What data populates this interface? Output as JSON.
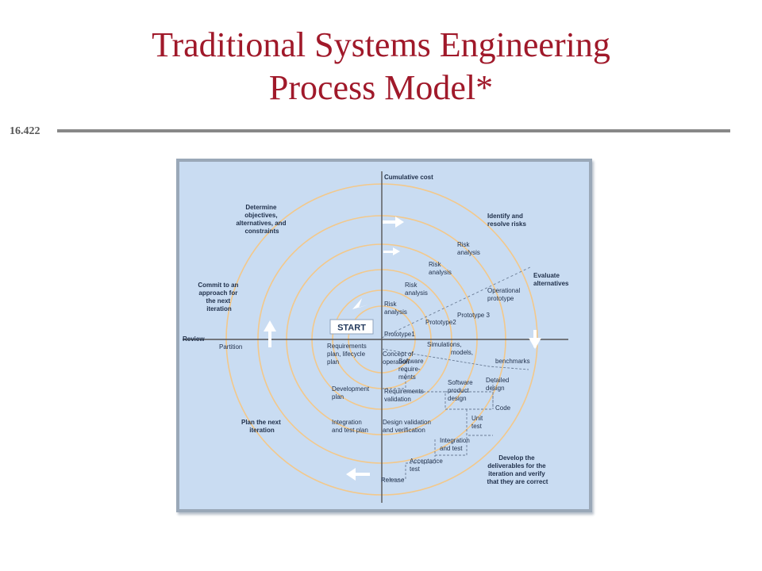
{
  "slide": {
    "title_line1": "Traditional Systems Engineering",
    "title_line2": "Process Model*",
    "course_code": "16.422"
  },
  "colors": {
    "title": "#a0192a",
    "rule": "#888888",
    "diagram_bg": "#c9dcf2",
    "spiral": "#f3c88a",
    "axis": "#555555",
    "arrow": "#ffffff"
  },
  "diagram": {
    "axis_labels": {
      "cumulative_cost": "Cumulative cost",
      "review": "Review"
    },
    "quadrants": {
      "determine_objectives": [
        "Determine",
        "objectives,",
        "alternatives, and",
        "constraints"
      ],
      "identify_risks": [
        "Identify and",
        "resolve risks"
      ],
      "evaluate_alternatives": [
        "Evaluate",
        "alternatives"
      ],
      "commit": [
        "Commit to an",
        "approach for",
        "the next",
        "iteration"
      ],
      "plan_next": [
        "Plan the next",
        "iteration"
      ],
      "develop_deliverables": [
        "Develop the",
        "deliverables for the",
        "iteration and verify",
        "that they are correct"
      ]
    },
    "start_label": "START",
    "labels": {
      "risk_analysis_4": [
        "Risk",
        "analysis"
      ],
      "risk_analysis_3": [
        "Risk",
        "analysis"
      ],
      "risk_analysis_2": [
        "Risk",
        "analysis"
      ],
      "risk_analysis_1": [
        "Risk",
        "analysis"
      ],
      "operational_prototype": [
        "Operational",
        "prototype"
      ],
      "prototype_3": "Prototype 3",
      "prototype_2": "Prototype2",
      "prototype_1": "Prototype1",
      "partition": "Partition",
      "requirements_plan": [
        "Requirements",
        "plan, lifecycle",
        "plan"
      ],
      "concept_of_operation": [
        "Concept of",
        "operation"
      ],
      "simulations": [
        "Simulations,",
        "models,"
      ],
      "benchmarks": "benchmarks",
      "software_requirements": [
        "Software",
        "require-",
        "ments"
      ],
      "software_product_design": [
        "Software",
        "product",
        "design"
      ],
      "detailed_design": [
        "Detailed",
        "design"
      ],
      "development_plan": [
        "Development",
        "plan"
      ],
      "requirements_validation": [
        "Requirements",
        "validation"
      ],
      "code": "Code",
      "unit_test": [
        "Unit",
        "test"
      ],
      "integration_test_plan": [
        "Integration",
        "and test plan"
      ],
      "design_validation": [
        "Design validation",
        "and verification"
      ],
      "integration_and_test": [
        "Integration",
        "and test"
      ],
      "acceptance_test": [
        "Acceptance",
        "test"
      ],
      "release": "Release"
    }
  }
}
